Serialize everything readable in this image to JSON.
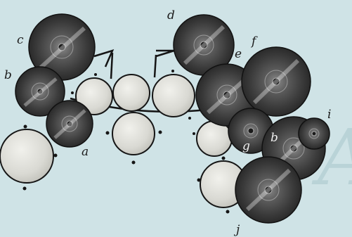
{
  "labels": {
    "a": "a",
    "b_left": "b",
    "c": "c",
    "d": "d",
    "e": "e",
    "f": "f",
    "g": "g",
    "b_right": "b",
    "i": "i",
    "j": "j"
  },
  "colors": {
    "background": "#cfe3e6",
    "cymbal_dark": "#3d3d3d",
    "cymbal_mid": "#6b6b6b",
    "drum_head": "#dcdcd6",
    "outline": "#151515"
  }
}
